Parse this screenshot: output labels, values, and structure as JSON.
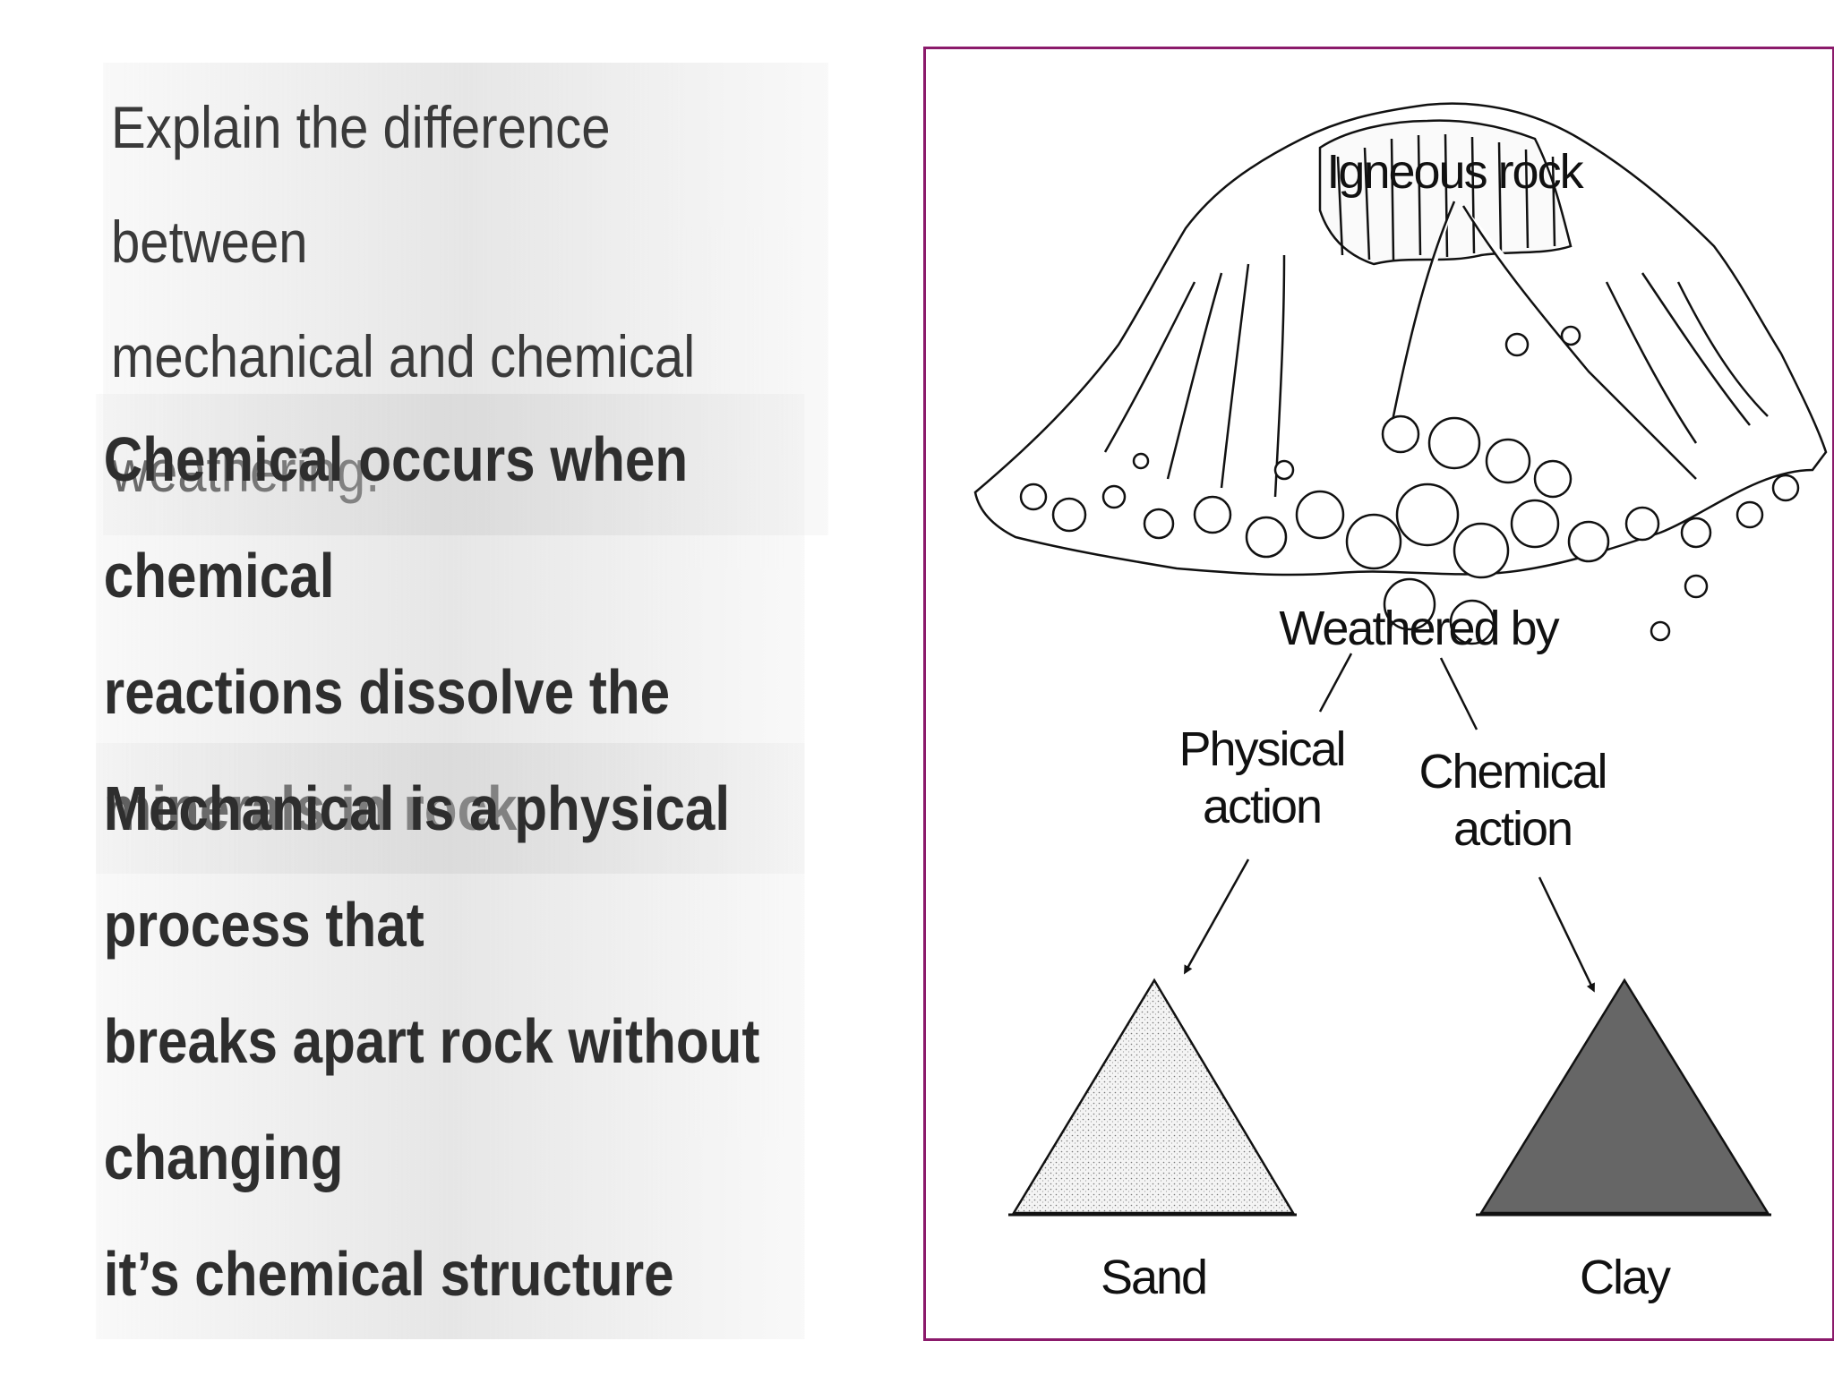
{
  "question": "Explain the difference between\nmechanical and chemical weathering.",
  "answers": {
    "chemical": "Chemical occurs when chemical\nreactions dissolve the minerals in rock",
    "mechanical": "Mechanical is a physical process that\nbreaks apart rock without changing\nit’s chemical structure"
  },
  "diagram": {
    "rock_label": "Igneous rock",
    "weathered_label": "Weathered by",
    "physical_line1": "Physical",
    "physical_line2": "action",
    "chemical_line1": "Chemical",
    "chemical_line2": "action",
    "sand_label": "Sand",
    "clay_label": "Clay",
    "frame_color": "#8b1a6b",
    "clay_color": "#666666"
  }
}
